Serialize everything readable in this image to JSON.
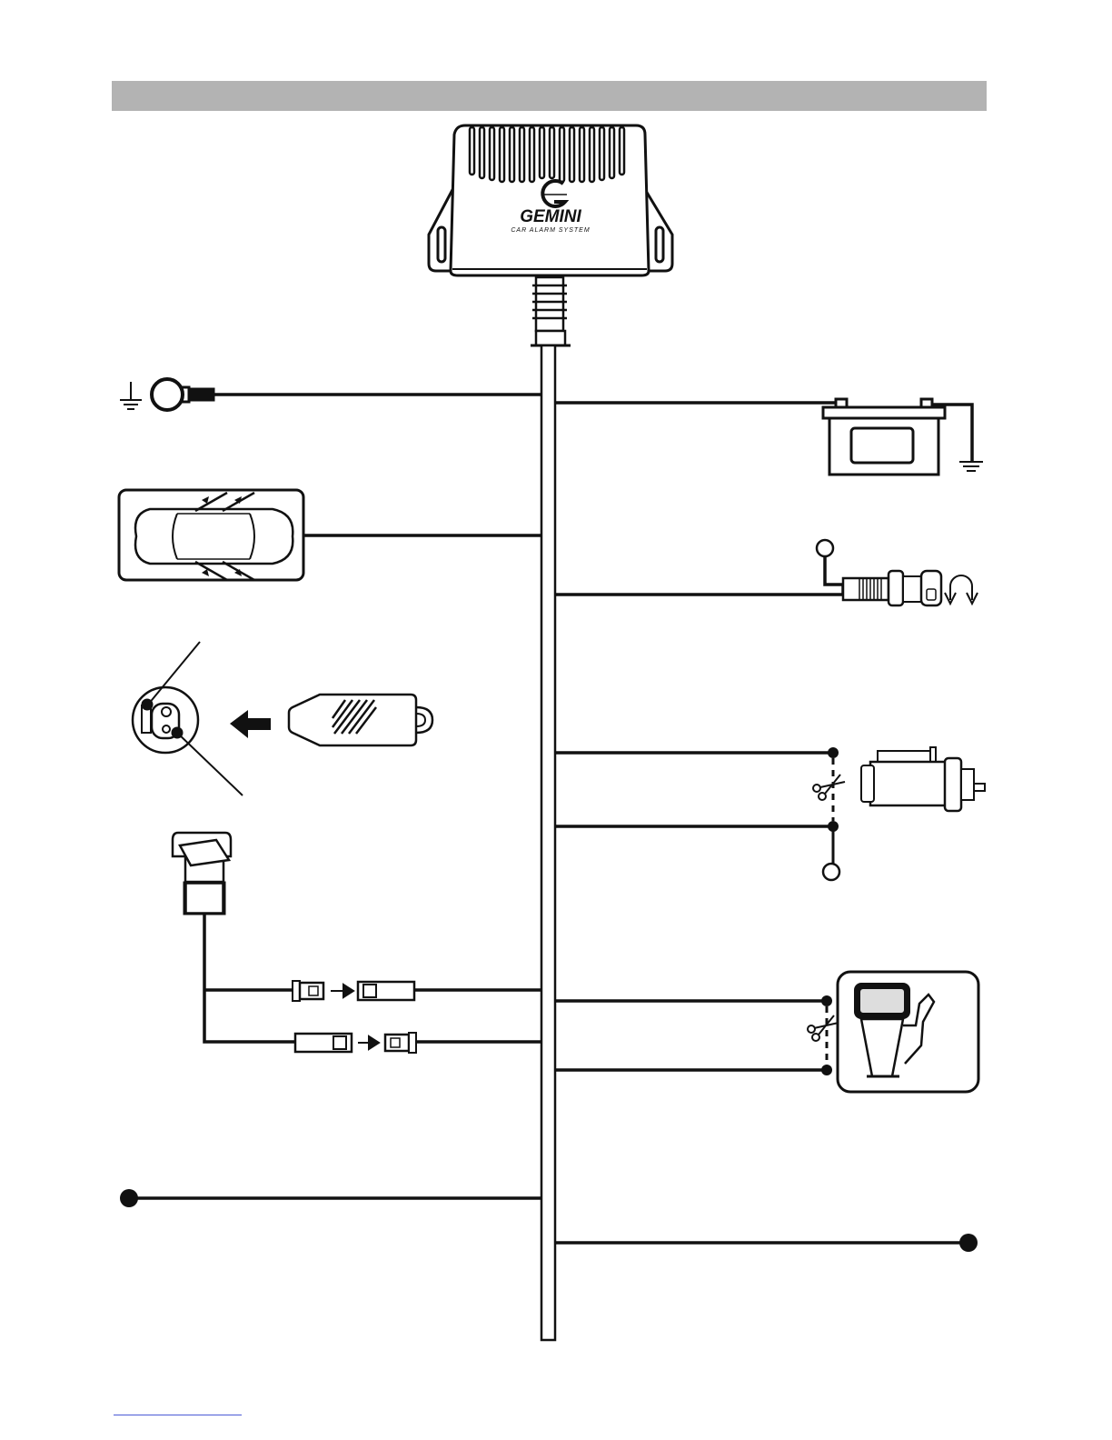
{
  "header": {
    "bar_color": "#b3b3b3"
  },
  "control_unit": {
    "brand": "GEMINI",
    "tagline": "CAR ALARM SYSTEM",
    "logo_letter": "G"
  },
  "components": [
    {
      "id": "ground-terminal",
      "icon": "ground-ring-terminal-icon"
    },
    {
      "id": "battery",
      "icon": "battery-icon"
    },
    {
      "id": "door-switches",
      "icon": "car-doors-icon"
    },
    {
      "id": "ignition-switch",
      "icon": "ignition-key-icon"
    },
    {
      "id": "remote-learning-button",
      "icon": "remote-transmitter-icon"
    },
    {
      "id": "starter-motor",
      "icon": "starter-motor-icon"
    },
    {
      "id": "status-led",
      "icon": "led-indicator-icon"
    },
    {
      "id": "fuel-pump",
      "icon": "fuel-pump-icon"
    },
    {
      "id": "aux-output-left",
      "icon": "wire-end-dot-icon"
    },
    {
      "id": "aux-output-right",
      "icon": "wire-end-dot-icon"
    }
  ],
  "footer": {
    "link_color": "#4a5bd6"
  }
}
